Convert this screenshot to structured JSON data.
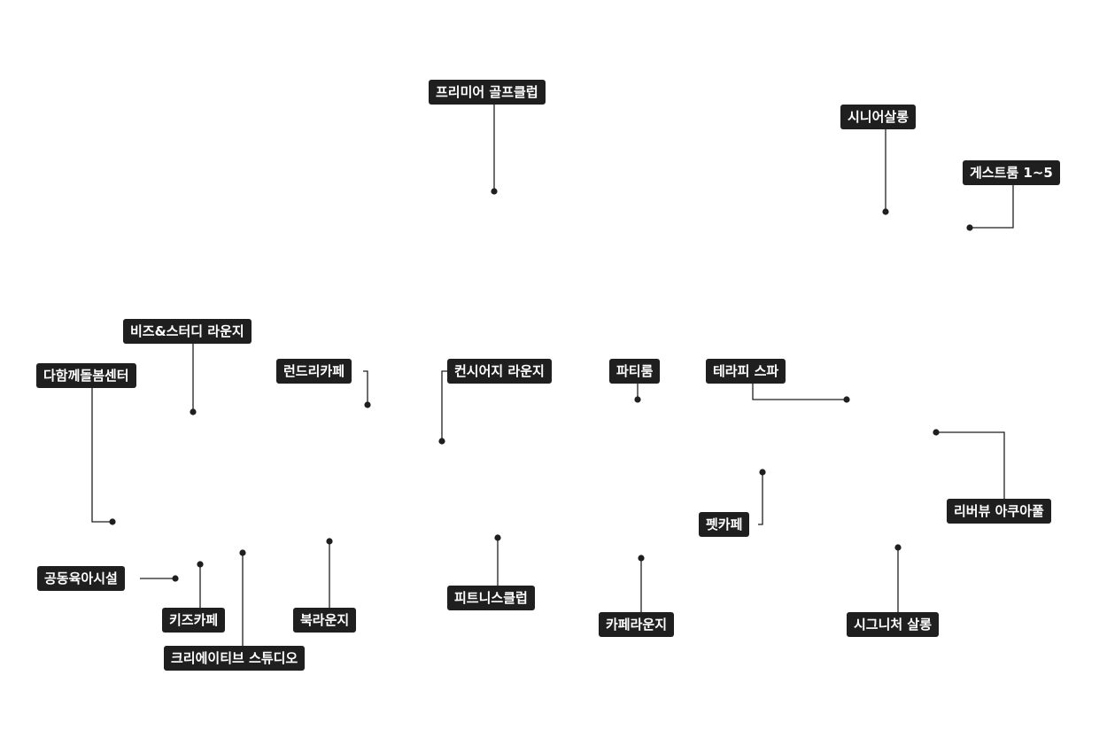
{
  "labels": [
    "프리미어 골프클럽",
    "시니어살롱",
    "게스트룸 1~5",
    "비즈&스터디 라운지",
    "다함께돌봄센터",
    "런드리카페",
    "컨시어지 라운지",
    "파티룸",
    "테라피 스파",
    "리버뷰 아쿠아풀",
    "펫카페",
    "공동육아시설",
    "키즈카페",
    "북라운지",
    "크리에이티브 스튜디오",
    "피트니스클럽",
    "카페라운지",
    "시그니처 살롱"
  ]
}
